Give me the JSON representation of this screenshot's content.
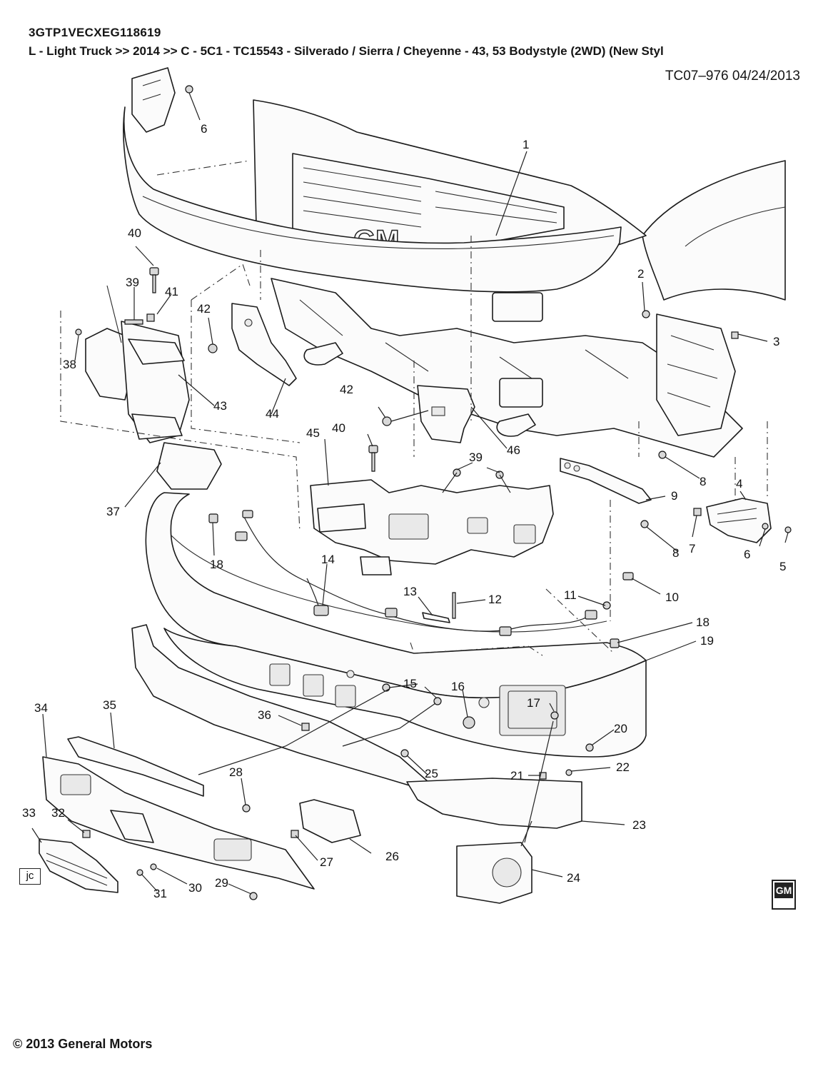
{
  "header": {
    "vin": "3GTP1VECXEG118619",
    "path": "L - Light Truck  >>  2014  >>  C - 5C1 - TC15543 - Silverado  /  Sierra  /  Cheyenne -  43, 53 Bodystyle (2WD)  (New Styl",
    "tc_ref": "TC07–976  04/24/2013"
  },
  "footer": {
    "copyright": "© 2013 General Motors"
  },
  "marks": {
    "jc_box": "jc",
    "logo_text": "GM",
    "grille_emblem": "GM"
  },
  "callouts": [
    "1",
    "2",
    "3",
    "4",
    "5",
    "6",
    "6",
    "7",
    "8",
    "8",
    "9",
    "10",
    "11",
    "12",
    "13",
    "14",
    "15",
    "16",
    "17",
    "18",
    "18",
    "19",
    "20",
    "21",
    "22",
    "23",
    "24",
    "25",
    "26",
    "27",
    "28",
    "29",
    "30",
    "31",
    "32",
    "33",
    "34",
    "35",
    "36",
    "37",
    "38",
    "39",
    "39",
    "40",
    "40",
    "41",
    "42",
    "42",
    "43",
    "44",
    "45",
    "46"
  ],
  "icons": {
    "logo": "gm-logo-icon"
  }
}
